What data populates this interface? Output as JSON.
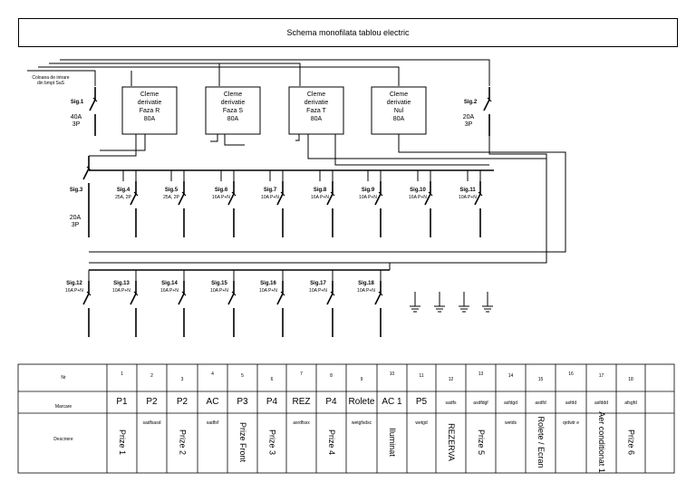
{
  "title": "Schema monofilata tablou electric",
  "supply_label": [
    "Coloana de intrare",
    "din bmpt SaS"
  ],
  "main_breakers": [
    {
      "name": "Sig.1",
      "rating": [
        "40A",
        "3P"
      ]
    },
    {
      "name": "Sig.2",
      "rating": [
        "20A",
        "3P"
      ]
    },
    {
      "name": "Sig.3",
      "rating": [
        "20A",
        "3P"
      ]
    }
  ],
  "bus_bars": [
    {
      "lines": [
        "Cleme",
        "derivatie",
        "Faza R",
        "80A"
      ]
    },
    {
      "lines": [
        "Cleme",
        "derivatie",
        "Faza S",
        "80A"
      ]
    },
    {
      "lines": [
        "Cleme",
        "derivatie",
        "Faza T",
        "80A"
      ]
    },
    {
      "lines": [
        "Cleme",
        "derivatie",
        "Nul",
        "80A"
      ]
    }
  ],
  "row1_breakers": [
    {
      "name": "Sig.4",
      "rating": "25A, 2P"
    },
    {
      "name": "Sig.5",
      "rating": "25A, 2P"
    },
    {
      "name": "Sig.6",
      "rating": "16A P+N"
    },
    {
      "name": "Sig.7",
      "rating": "10A P+N"
    },
    {
      "name": "Sig.8",
      "rating": "16A P+N"
    },
    {
      "name": "Sig.9",
      "rating": "10A P+N"
    },
    {
      "name": "Sig.10",
      "rating": "16A P+N"
    },
    {
      "name": "Sig.11",
      "rating": "10A P+N"
    }
  ],
  "row2_breakers": [
    {
      "name": "Sig.12",
      "rating": "16A P+N"
    },
    {
      "name": "Sig.13",
      "rating": "10A P+N"
    },
    {
      "name": "Sig.14",
      "rating": "16A P+N"
    },
    {
      "name": "Sig.15",
      "rating": "10A P+N"
    },
    {
      "name": "Sig.16",
      "rating": "10A P+N"
    },
    {
      "name": "Sig.17",
      "rating": "10A P+N"
    },
    {
      "name": "Sig.18",
      "rating": "10A P+N"
    }
  ],
  "table": {
    "row_headers": [
      "Nr",
      "Marcare",
      "Descriere"
    ],
    "columns": [
      {
        "nr": "1",
        "marcare": "P1",
        "extra": "",
        "descriere": "Prize 1"
      },
      {
        "nr": "2",
        "marcare": "P2",
        "extra": "sadfsasd",
        "descriere": ""
      },
      {
        "nr": "3",
        "marcare": "P2",
        "extra": "",
        "descriere": "Prize 2"
      },
      {
        "nr": "4",
        "marcare": "AC",
        "extra": "sadfsf",
        "descriere": ""
      },
      {
        "nr": "5",
        "marcare": "P3",
        "extra": "",
        "descriere": "Prize Front"
      },
      {
        "nr": "6",
        "marcare": "P4",
        "extra": "",
        "descriere": "Prize 3"
      },
      {
        "nr": "7",
        "marcare": "REZ",
        "extra": "asrdfssx",
        "descriere": ""
      },
      {
        "nr": "8",
        "marcare": "P4",
        "extra": "",
        "descriere": "Prize 4"
      },
      {
        "nr": "9",
        "marcare": "Rolete",
        "extra": "wetgfsdsc",
        "descriere": ""
      },
      {
        "nr": "10",
        "marcare": "AC 1",
        "extra": "",
        "descriere": "Iluminat"
      },
      {
        "nr": "11",
        "marcare": "P5",
        "extra": "wetgd",
        "descriere": ""
      },
      {
        "nr": "12",
        "marcare": "sadfs",
        "extra": "",
        "descriere": "REZERVA"
      },
      {
        "nr": "13",
        "marcare": "asdfdgf",
        "extra": "",
        "descriere": "Prize 5"
      },
      {
        "nr": "14",
        "marcare": "asfdgd",
        "extra": "wetds",
        "descriere": ""
      },
      {
        "nr": "15",
        "marcare": "asdfd",
        "extra": "",
        "descriere": "Rolete / Ecran"
      },
      {
        "nr": "16",
        "marcare": "asfdd",
        "extra": "qrdwtr e",
        "descriere": ""
      },
      {
        "nr": "17",
        "marcare": "asfddd",
        "extra": "",
        "descriere": "Aer conditionat 1"
      },
      {
        "nr": "18",
        "marcare": "afsgfd",
        "extra": "",
        "descriere": "Prize 6"
      }
    ]
  }
}
